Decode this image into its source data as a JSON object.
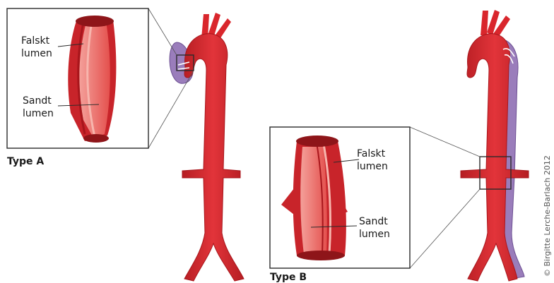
{
  "colors": {
    "artery": "#d9262c",
    "artery_dark": "#a8161c",
    "artery_light": "#f06f6b",
    "false_lumen": "#9a7dbb",
    "frame": "#2b2b2b"
  },
  "type_a": {
    "caption": "Type A",
    "false_lumen_label": [
      "Falskt",
      "lumen"
    ],
    "true_lumen_label": [
      "Sandt",
      "lumen"
    ]
  },
  "type_b": {
    "caption": "Type B",
    "false_lumen_label": [
      "Falskt",
      "lumen"
    ],
    "true_lumen_label": [
      "Sandt",
      "lumen"
    ]
  },
  "credit": "© Birgitte Lerche-Barlach 2012"
}
